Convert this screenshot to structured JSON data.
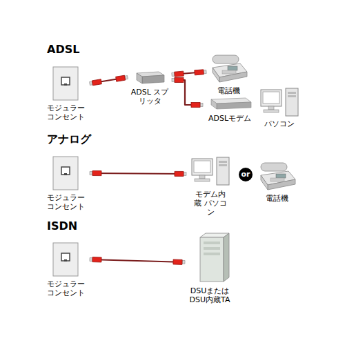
{
  "diagram": {
    "nodes": [
      {
        "text": [
          "モジュラー コンセント"
        ]
      },
      {
        "text": [
          "ADSL スプリッタ"
        ]
      },
      {
        "text": [
          "電話機"
        ]
      },
      {
        "text": [
          "ADSLモデム"
        ]
      },
      {
        "text": [
          "パソコン"
        ]
      },
      {
        "text": [
          "モジュラー コンセント"
        ]
      },
      {
        "text": [
          "モデム内蔵 パソコン"
        ]
      },
      {
        "text": [
          "電話機"
        ]
      },
      {
        "text": [
          "モジュラー コンセント"
        ]
      },
      {
        "text": [
          "DSUまたは DSU内蔵TA"
        ]
      }
    ],
    "edges": [
      {
        "from": 0,
        "to": 1,
        "arrow": "none"
      },
      {
        "from": 1,
        "to": 2,
        "arrow": "none"
      },
      {
        "from": 1,
        "to": 3,
        "arrow": "none"
      },
      {
        "from": 5,
        "to": 6,
        "arrow": "none"
      },
      {
        "from": 8,
        "to": 9,
        "arrow": "none"
      }
    ],
    "labels": [
      "ADSL",
      "アナログ",
      "or",
      "ISDN"
    ]
  }
}
